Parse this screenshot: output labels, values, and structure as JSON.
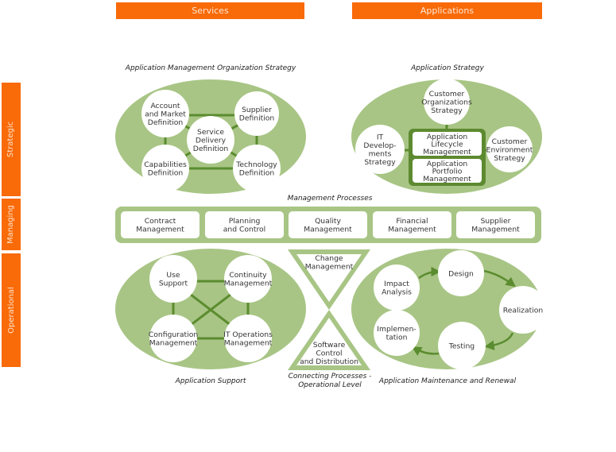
{
  "headers": {
    "services": "Services",
    "applications": "Applications"
  },
  "side_labels": {
    "strategic": "Strategic",
    "managing": "Managing",
    "operational": "Operational"
  },
  "colors": {
    "orange": "#f96a08",
    "green_fill": "#a8c585",
    "green_dark": "#5d8a30",
    "green_line": "#5b8c2f",
    "white": "#ffffff"
  },
  "captions": {
    "org_strategy": "Application Management Organization Strategy",
    "app_strategy": "Application Strategy",
    "management_processes": "Management Processes",
    "app_support": "Application Support",
    "connecting": [
      "Connecting Processes -",
      "Operational Level"
    ],
    "maintenance": "Application Maintenance and Renewal"
  },
  "org_strategy": {
    "nodes": [
      {
        "id": "account",
        "lines": [
          "Account",
          "and Market",
          "Definition"
        ]
      },
      {
        "id": "supplier",
        "lines": [
          "Supplier",
          "Definition"
        ]
      },
      {
        "id": "service",
        "lines": [
          "Service",
          "Delivery",
          "Definition"
        ]
      },
      {
        "id": "capabilities",
        "lines": [
          "Capabilities",
          "Definition"
        ]
      },
      {
        "id": "technology",
        "lines": [
          "Technology",
          "Definition"
        ]
      }
    ]
  },
  "app_strategy": {
    "nodes": [
      {
        "id": "customer-org",
        "lines": [
          "Customer",
          "Organizations",
          "Strategy"
        ]
      },
      {
        "id": "it-dev",
        "lines": [
          "IT",
          "Develop-",
          "ments",
          "Strategy"
        ]
      },
      {
        "id": "customer-env",
        "lines": [
          "Customer",
          "Environment",
          "Strategy"
        ]
      }
    ],
    "boxes": [
      {
        "id": "lifecycle",
        "lines": [
          "Application",
          "Lifecycle",
          "Management"
        ]
      },
      {
        "id": "portfolio",
        "lines": [
          "Application",
          "Portfolio",
          "Management"
        ]
      }
    ]
  },
  "management_processes": [
    {
      "lines": [
        "Contract",
        "Management"
      ]
    },
    {
      "lines": [
        "Planning",
        "and Control"
      ]
    },
    {
      "lines": [
        "Quality",
        "Management"
      ]
    },
    {
      "lines": [
        "Financial",
        "Management"
      ]
    },
    {
      "lines": [
        "Supplier",
        "Management"
      ]
    }
  ],
  "app_support": {
    "nodes": [
      {
        "id": "use",
        "lines": [
          "Use",
          "Support"
        ]
      },
      {
        "id": "continuity",
        "lines": [
          "Continuity",
          "Management"
        ]
      },
      {
        "id": "configuration",
        "lines": [
          "Configuration",
          "Management"
        ]
      },
      {
        "id": "itops",
        "lines": [
          "IT Operations",
          "Management"
        ]
      }
    ]
  },
  "connecting": {
    "top": [
      "Change",
      "Management"
    ],
    "bottom": [
      "Software",
      "Control",
      "and Distribution"
    ]
  },
  "maintenance": {
    "nodes": [
      {
        "id": "impact",
        "lines": [
          "Impact",
          "Analysis"
        ]
      },
      {
        "id": "design",
        "lines": [
          "Design"
        ]
      },
      {
        "id": "realization",
        "lines": [
          "Realization"
        ]
      },
      {
        "id": "testing",
        "lines": [
          "Testing"
        ]
      },
      {
        "id": "implementation",
        "lines": [
          "Implemen-",
          "tation"
        ]
      }
    ]
  }
}
